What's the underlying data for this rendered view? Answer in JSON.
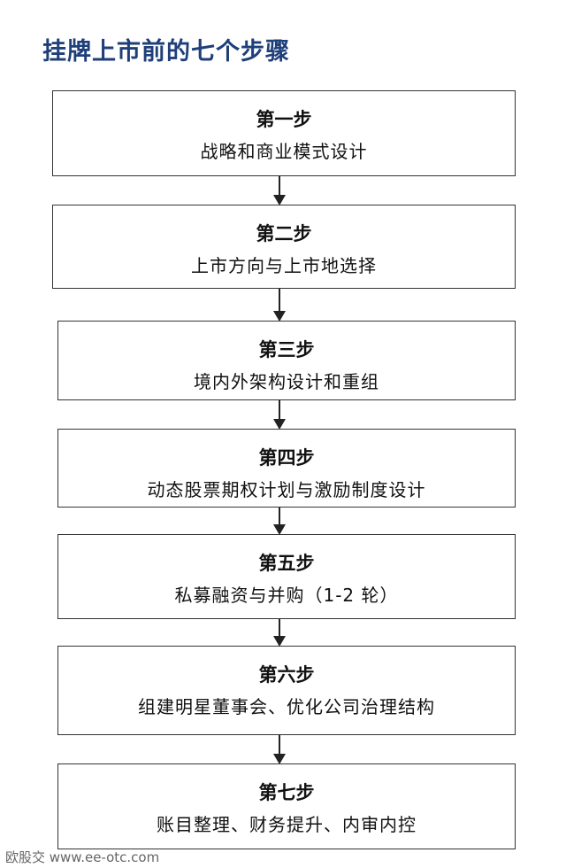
{
  "title": "挂牌上市前的七个步骤",
  "steps": [
    {
      "label": "第一步",
      "desc": "战略和商业模式设计"
    },
    {
      "label": "第二步",
      "desc": "上市方向与上市地选择"
    },
    {
      "label": "第三步",
      "desc": "境内外架构设计和重组"
    },
    {
      "label": "第四步",
      "desc": "动态股票期权计划与激励制度设计"
    },
    {
      "label": "第五步",
      "desc": "私募融资与并购（1-2 轮）"
    },
    {
      "label": "第六步",
      "desc": "组建明星董事会、优化公司治理结构"
    },
    {
      "label": "第七步",
      "desc": "账目整理、财务提升、内审内控"
    }
  ],
  "watermark": "欧股交 www.ee-otc.com",
  "colors": {
    "title": "#1f3f7a",
    "border": "#333333",
    "arrow": "#222222"
  }
}
